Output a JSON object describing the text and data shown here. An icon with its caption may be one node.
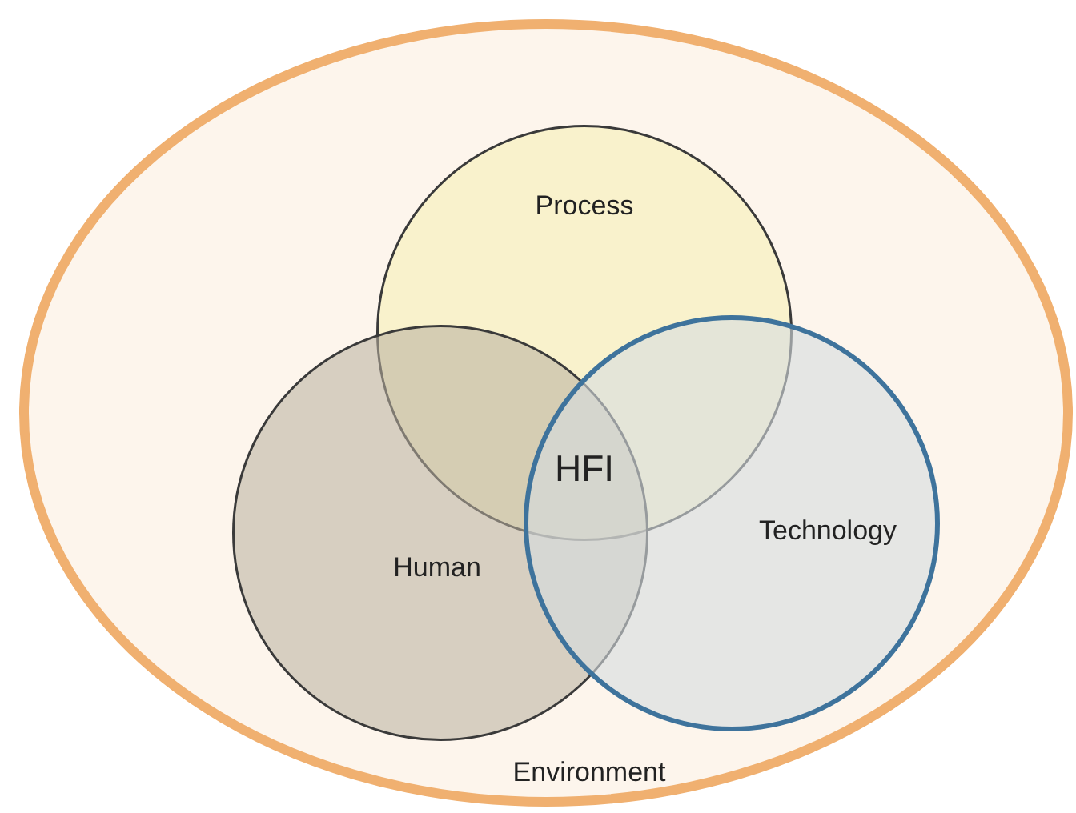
{
  "diagram": {
    "nodes": [
      {
        "text": [
          "Environment"
        ]
      },
      {
        "text": [
          "Process"
        ],
        "in": 0
      },
      {
        "text": [
          "Human"
        ],
        "in": 0
      },
      {
        "text": [
          "Technology"
        ],
        "in": 0
      }
    ],
    "labels": [
      "HFI"
    ]
  }
}
